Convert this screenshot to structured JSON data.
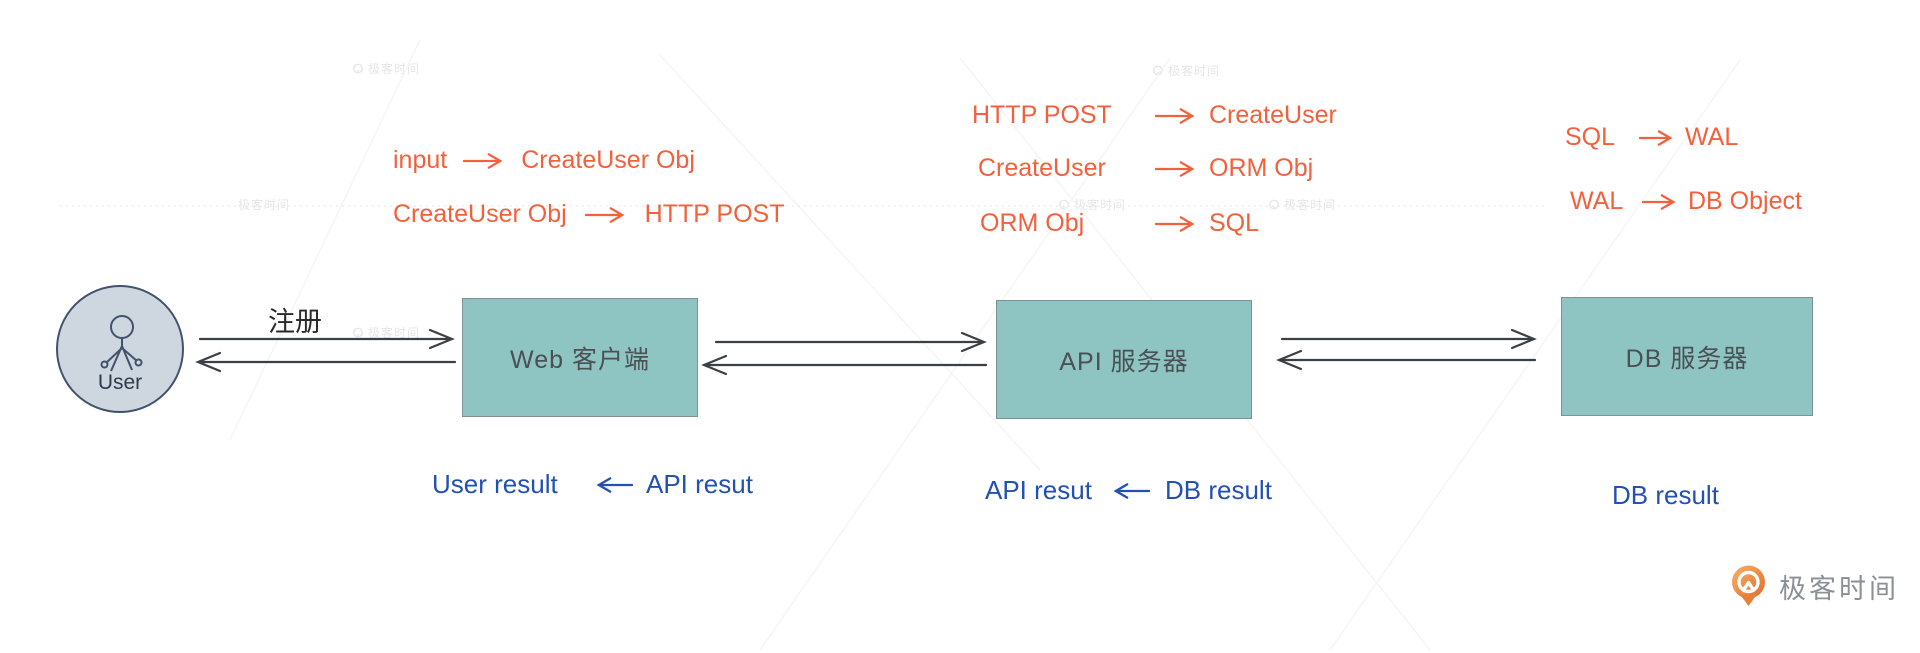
{
  "actor": {
    "label": "User"
  },
  "edge_user_web": {
    "label": "注册"
  },
  "nodes": {
    "web": "Web 客户端",
    "api": "API 服务器",
    "db": "DB 服务器"
  },
  "transforms": {
    "web": [
      {
        "from": "input",
        "to": "CreateUser Obj"
      },
      {
        "from": "CreateUser Obj",
        "to": "HTTP POST"
      }
    ],
    "api": [
      {
        "from": "HTTP POST",
        "to": "CreateUser"
      },
      {
        "from": "CreateUser",
        "to": "ORM Obj"
      },
      {
        "from": "ORM Obj",
        "to": "SQL"
      }
    ],
    "db": [
      {
        "from": "SQL",
        "to": "WAL"
      },
      {
        "from": "WAL",
        "to": "DB Object"
      }
    ]
  },
  "results": {
    "web": {
      "to": "User result",
      "from": "API resut"
    },
    "api": {
      "to": "API resut",
      "from": "DB result"
    },
    "db": {
      "label": "DB result"
    }
  },
  "brand": {
    "name": "极客时间"
  },
  "watermark": {
    "text": "极客时间"
  },
  "colors": {
    "node_fill": "#8EC5C3",
    "node_border": "#7C9295",
    "transform_text": "#F2603C",
    "result_text": "#2251B2",
    "connector": "#3B4045",
    "actor_fill": "#CED6E0",
    "actor_stroke": "#42526B",
    "brand_orange": "#EA7A36",
    "watermark_gray": "#E6E6E6"
  }
}
